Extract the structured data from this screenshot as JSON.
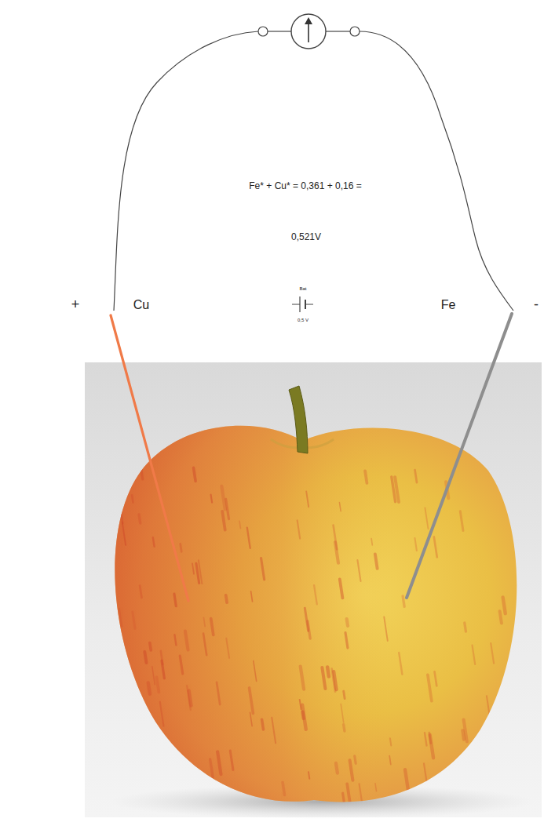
{
  "diagram": {
    "labels": [
      "Fe* + Cu* = 0,361 + 0,16 =",
      "0,521V",
      "+",
      "Cu",
      "Bat",
      "0,5 V",
      "Fe",
      "-"
    ]
  }
}
